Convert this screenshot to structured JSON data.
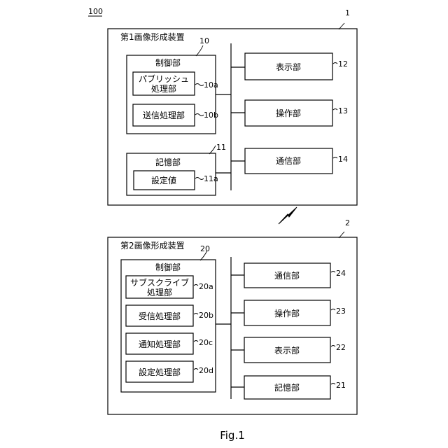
{
  "system": {
    "ref": "100"
  },
  "figure": {
    "caption": "Fig.1"
  },
  "device1": {
    "ref": "1",
    "title": "第1画像形成装置",
    "control": {
      "ref": "10",
      "label": "制御部",
      "publish": {
        "line1": "パブリッシュ",
        "line2": "処理部",
        "ref": "10a"
      },
      "send": {
        "label": "送信処理部",
        "ref": "10b"
      }
    },
    "storage": {
      "ref": "11",
      "label": "記憶部",
      "setting": {
        "label": "設定値",
        "ref": "11a"
      }
    },
    "display": {
      "label": "表示部",
      "ref": "12"
    },
    "operation": {
      "label": "操作部",
      "ref": "13"
    },
    "comm": {
      "label": "通信部",
      "ref": "14"
    }
  },
  "device2": {
    "ref": "2",
    "title": "第2画像形成装置",
    "control": {
      "ref": "20",
      "label": "制御部",
      "subscribe": {
        "line1": "サブスクライブ",
        "line2": "処理部",
        "ref": "20a"
      },
      "receive": {
        "label": "受信処理部",
        "ref": "20b"
      },
      "notify": {
        "label": "通知処理部",
        "ref": "20c"
      },
      "setting": {
        "label": "設定処理部",
        "ref": "20d"
      }
    },
    "comm": {
      "label": "通信部",
      "ref": "24"
    },
    "operation": {
      "label": "操作部",
      "ref": "23"
    },
    "display": {
      "label": "表示部",
      "ref": "22"
    },
    "storage": {
      "label": "記憶部",
      "ref": "21"
    }
  }
}
